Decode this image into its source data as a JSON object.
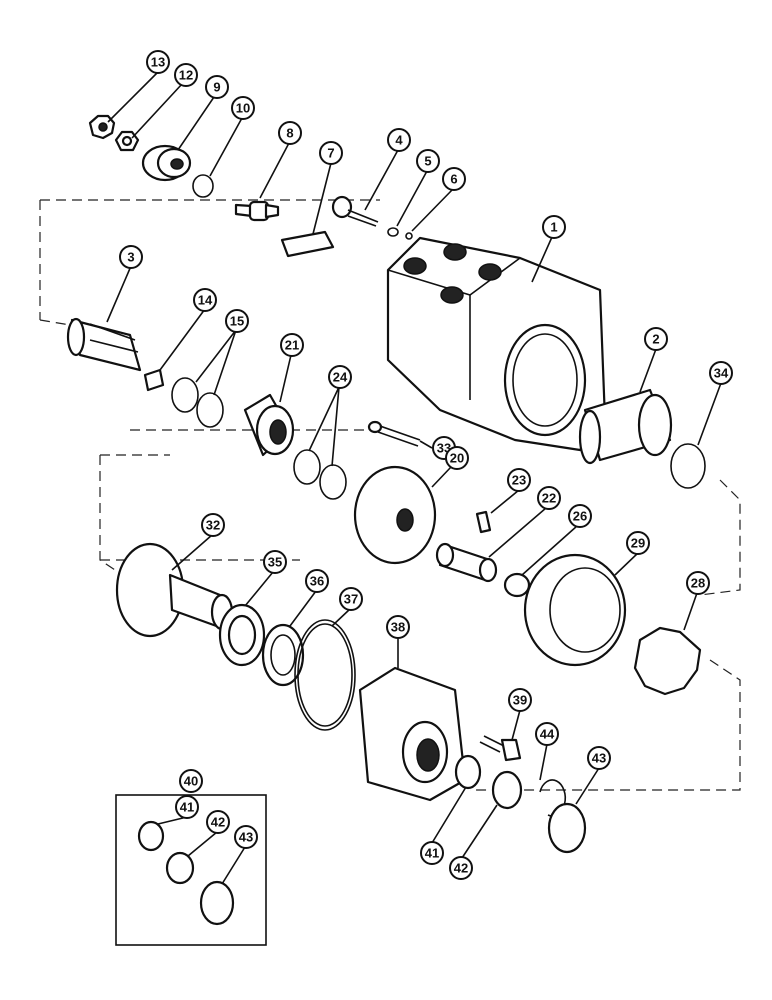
{
  "callouts": [
    {
      "id": "c13",
      "label": "13"
    },
    {
      "id": "c12",
      "label": "12"
    },
    {
      "id": "c9",
      "label": "9"
    },
    {
      "id": "c10",
      "label": "10"
    },
    {
      "id": "c8",
      "label": "8"
    },
    {
      "id": "c7",
      "label": "7"
    },
    {
      "id": "c4",
      "label": "4"
    },
    {
      "id": "c5",
      "label": "5"
    },
    {
      "id": "c6",
      "label": "6"
    },
    {
      "id": "c1",
      "label": "1"
    },
    {
      "id": "c3",
      "label": "3"
    },
    {
      "id": "c14",
      "label": "14"
    },
    {
      "id": "c15",
      "label": "15"
    },
    {
      "id": "c21",
      "label": "21"
    },
    {
      "id": "c24",
      "label": "24"
    },
    {
      "id": "c2",
      "label": "2"
    },
    {
      "id": "c34",
      "label": "34"
    },
    {
      "id": "c33",
      "label": "33"
    },
    {
      "id": "c20",
      "label": "20"
    },
    {
      "id": "c23",
      "label": "23"
    },
    {
      "id": "c22",
      "label": "22"
    },
    {
      "id": "c26",
      "label": "26"
    },
    {
      "id": "c32",
      "label": "32"
    },
    {
      "id": "c35",
      "label": "35"
    },
    {
      "id": "c36",
      "label": "36"
    },
    {
      "id": "c37",
      "label": "37"
    },
    {
      "id": "c38",
      "label": "38"
    },
    {
      "id": "c29",
      "label": "29"
    },
    {
      "id": "c28",
      "label": "28"
    },
    {
      "id": "c39",
      "label": "39"
    },
    {
      "id": "c44",
      "label": "44"
    },
    {
      "id": "c43",
      "label": "43"
    },
    {
      "id": "c41",
      "label": "41"
    },
    {
      "id": "c42",
      "label": "42"
    }
  ],
  "kit": {
    "label": "40",
    "items": [
      {
        "id": "k41",
        "label": "41"
      },
      {
        "id": "k42",
        "label": "42"
      },
      {
        "id": "k43",
        "label": "43"
      }
    ]
  }
}
